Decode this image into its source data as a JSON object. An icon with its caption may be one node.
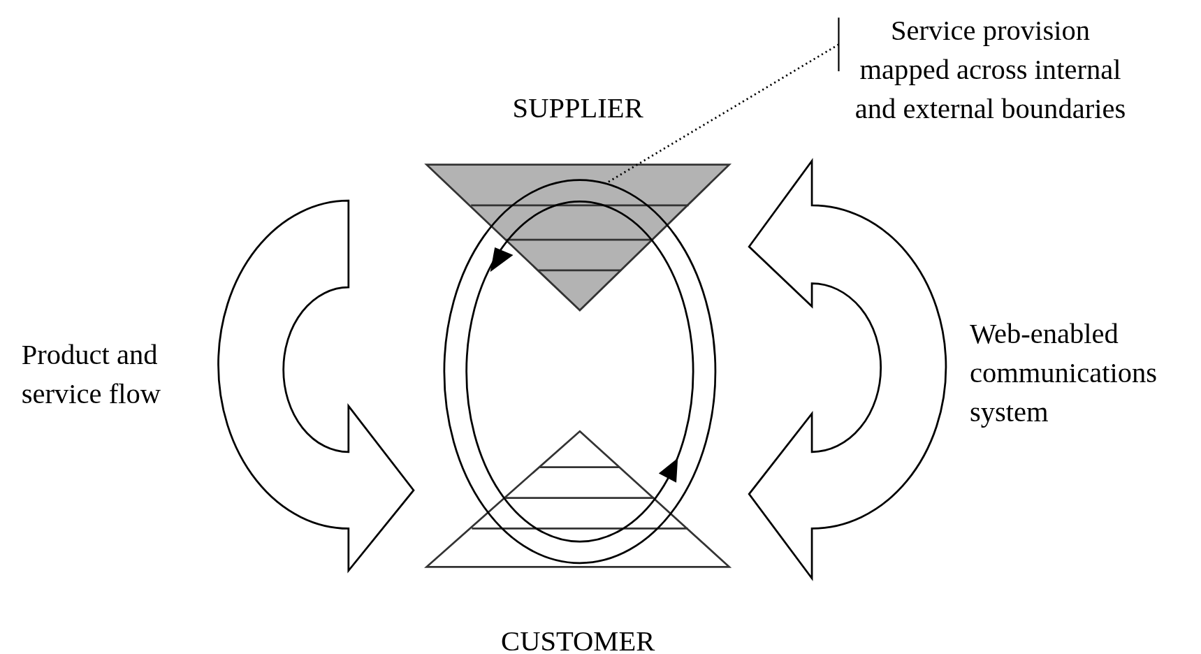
{
  "diagram": {
    "nodes": [
      {
        "text": [
          "SUPPLIER"
        ]
      },
      {
        "text": [
          "CUSTOMER"
        ]
      },
      {
        "text": [],
        "shape": "ellipse"
      },
      {
        "text": [
          "Service provision mapped across internal and external boundaries"
        ]
      }
    ],
    "edges": [
      {
        "from": 3,
        "to": 2,
        "arrow": "other",
        "style": "dashed"
      }
    ],
    "labels": [
      "Product and service flow",
      "Web-enabled communications system"
    ]
  }
}
